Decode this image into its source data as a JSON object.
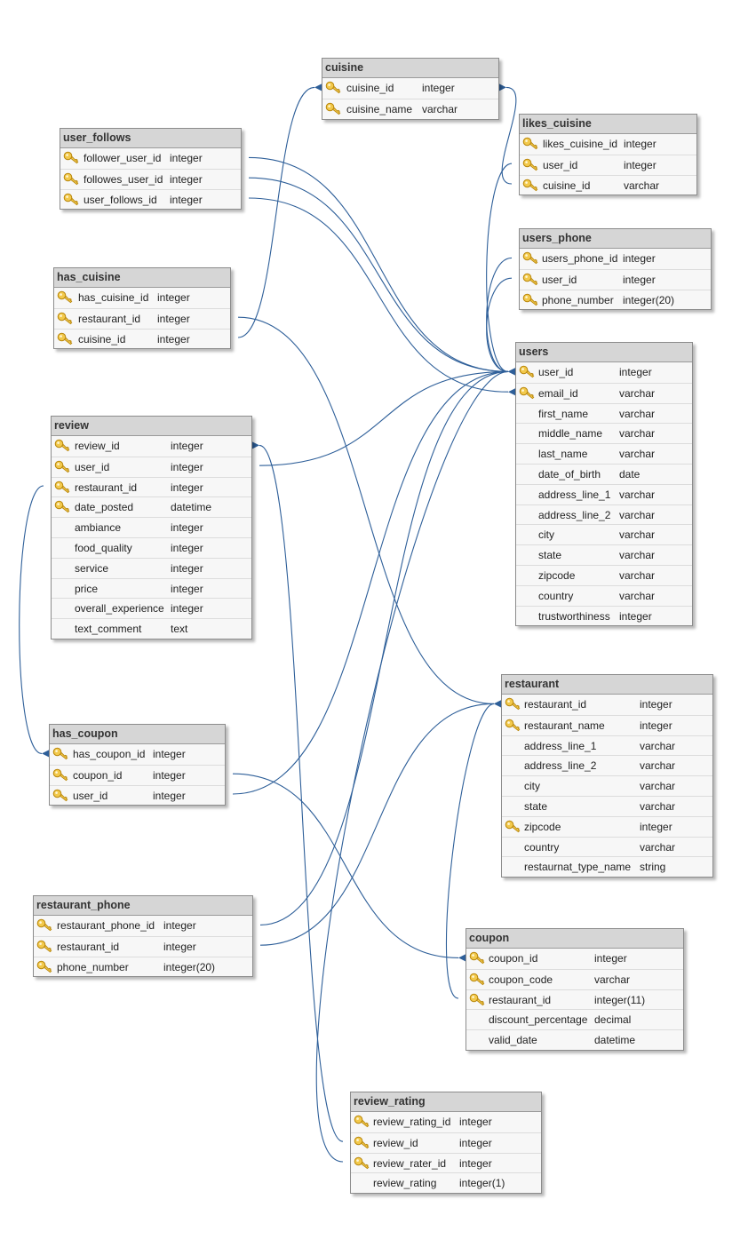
{
  "tables": [
    {
      "id": "cuisine",
      "title": "cuisine",
      "columns": [
        {
          "name": "cuisine_id",
          "type": "integer",
          "key": true
        },
        {
          "name": "cuisine_name",
          "type": "varchar",
          "key": true
        }
      ]
    },
    {
      "id": "likes_cuisine",
      "title": "likes_cuisine",
      "columns": [
        {
          "name": "likes_cuisine_id",
          "type": "integer",
          "key": true
        },
        {
          "name": "user_id",
          "type": "integer",
          "key": true
        },
        {
          "name": "cuisine_id",
          "type": "varchar",
          "key": true
        }
      ]
    },
    {
      "id": "user_follows",
      "title": "user_follows",
      "columns": [
        {
          "name": "follower_user_id",
          "type": "integer",
          "key": true
        },
        {
          "name": "followes_user_id",
          "type": "integer",
          "key": true
        },
        {
          "name": "user_follows_id",
          "type": "integer",
          "key": true
        }
      ]
    },
    {
      "id": "users_phone",
      "title": "users_phone",
      "columns": [
        {
          "name": "users_phone_id",
          "type": "integer",
          "key": true
        },
        {
          "name": "user_id",
          "type": "integer",
          "key": true
        },
        {
          "name": "phone_number",
          "type": "integer(20)",
          "key": true
        }
      ]
    },
    {
      "id": "has_cuisine",
      "title": "has_cuisine",
      "columns": [
        {
          "name": "has_cuisine_id",
          "type": "integer",
          "key": true
        },
        {
          "name": "restaurant_id",
          "type": "integer",
          "key": true
        },
        {
          "name": "cuisine_id",
          "type": "integer",
          "key": true
        }
      ]
    },
    {
      "id": "users",
      "title": "users",
      "columns": [
        {
          "name": "user_id",
          "type": "integer",
          "key": true
        },
        {
          "name": "email_id",
          "type": "varchar",
          "key": true
        },
        {
          "name": "first_name",
          "type": "varchar",
          "key": false
        },
        {
          "name": "middle_name",
          "type": "varchar",
          "key": false
        },
        {
          "name": "last_name",
          "type": "varchar",
          "key": false
        },
        {
          "name": "date_of_birth",
          "type": "date",
          "key": false
        },
        {
          "name": "address_line_1",
          "type": "varchar",
          "key": false
        },
        {
          "name": "address_line_2",
          "type": "varchar",
          "key": false
        },
        {
          "name": "city",
          "type": "varchar",
          "key": false
        },
        {
          "name": "state",
          "type": "varchar",
          "key": false
        },
        {
          "name": "zipcode",
          "type": "varchar",
          "key": false
        },
        {
          "name": "country",
          "type": "varchar",
          "key": false
        },
        {
          "name": "trustworthiness",
          "type": "integer",
          "key": false
        }
      ]
    },
    {
      "id": "review",
      "title": "review",
      "columns": [
        {
          "name": "review_id",
          "type": "integer",
          "key": true
        },
        {
          "name": "user_id",
          "type": "integer",
          "key": true
        },
        {
          "name": "restaurant_id",
          "type": "integer",
          "key": true
        },
        {
          "name": "date_posted",
          "type": "datetime",
          "key": true
        },
        {
          "name": "ambiance",
          "type": "integer",
          "key": false
        },
        {
          "name": "food_quality",
          "type": "integer",
          "key": false
        },
        {
          "name": "service",
          "type": "integer",
          "key": false
        },
        {
          "name": "price",
          "type": "integer",
          "key": false
        },
        {
          "name": "overall_experience",
          "type": "integer",
          "key": false
        },
        {
          "name": "text_comment",
          "type": "text",
          "key": false
        }
      ]
    },
    {
      "id": "restaurant",
      "title": "restaurant",
      "columns": [
        {
          "name": "restaurant_id",
          "type": "integer",
          "key": true
        },
        {
          "name": "restaurant_name",
          "type": "integer",
          "key": true
        },
        {
          "name": "address_line_1",
          "type": "varchar",
          "key": false
        },
        {
          "name": "address_line_2",
          "type": "varchar",
          "key": false
        },
        {
          "name": "city",
          "type": "varchar",
          "key": false
        },
        {
          "name": "state",
          "type": "varchar",
          "key": false
        },
        {
          "name": "zipcode",
          "type": "integer",
          "key": true
        },
        {
          "name": "country",
          "type": "varchar",
          "key": false
        },
        {
          "name": "restaurnat_type_name",
          "type": "string",
          "key": false
        }
      ]
    },
    {
      "id": "has_coupon",
      "title": "has_coupon",
      "columns": [
        {
          "name": "has_coupon_id",
          "type": "integer",
          "key": true
        },
        {
          "name": "coupon_id",
          "type": "integer",
          "key": true
        },
        {
          "name": "user_id",
          "type": "integer",
          "key": true
        }
      ]
    },
    {
      "id": "restaurant_phone",
      "title": "restaurant_phone",
      "columns": [
        {
          "name": "restaurant_phone_id",
          "type": "integer",
          "key": true
        },
        {
          "name": "restaurant_id",
          "type": "integer",
          "key": true
        },
        {
          "name": "phone_number",
          "type": "integer(20)",
          "key": true
        }
      ]
    },
    {
      "id": "coupon",
      "title": "coupon",
      "columns": [
        {
          "name": "coupon_id",
          "type": "integer",
          "key": true
        },
        {
          "name": "coupon_code",
          "type": "varchar",
          "key": true
        },
        {
          "name": "restaurant_id",
          "type": "integer(11)",
          "key": true
        },
        {
          "name": "discount_percentage",
          "type": "decimal",
          "key": false
        },
        {
          "name": "valid_date",
          "type": "datetime",
          "key": false
        }
      ]
    },
    {
      "id": "review_rating",
      "title": "review_rating",
      "columns": [
        {
          "name": "review_rating_id",
          "type": "integer",
          "key": true
        },
        {
          "name": "review_id",
          "type": "integer",
          "key": true
        },
        {
          "name": "review_rater_id",
          "type": "integer",
          "key": true
        },
        {
          "name": "review_rating",
          "type": "integer(1)",
          "key": false
        }
      ]
    }
  ],
  "relationships": [
    {
      "from": "likes_cuisine.cuisine_id",
      "to": "cuisine.cuisine_id"
    },
    {
      "from": "has_cuisine.cuisine_id",
      "to": "cuisine.cuisine_id"
    },
    {
      "from": "user_follows.follower_user_id",
      "to": "users.user_id"
    },
    {
      "from": "user_follows.followes_user_id",
      "to": "users.user_id"
    },
    {
      "from": "user_follows.user_follows_id",
      "to": "users.email_id"
    },
    {
      "from": "likes_cuisine.user_id",
      "to": "users.user_id"
    },
    {
      "from": "users_phone.user_id",
      "to": "users.user_id"
    },
    {
      "from": "users_phone.users_phone_id",
      "to": "users.user_id"
    },
    {
      "from": "review.user_id",
      "to": "users.user_id"
    },
    {
      "from": "has_coupon.user_id",
      "to": "users.user_id"
    },
    {
      "from": "restaurant_phone.restaurant_phone_id",
      "to": "users.user_id"
    },
    {
      "from": "review_rating.review_rater_id",
      "to": "users.user_id"
    },
    {
      "from": "has_cuisine.restaurant_id",
      "to": "restaurant.restaurant_id"
    },
    {
      "from": "restaurant_phone.restaurant_id",
      "to": "restaurant.restaurant_id"
    },
    {
      "from": "coupon.restaurant_id",
      "to": "restaurant.restaurant_id"
    },
    {
      "from": "review.restaurant_id",
      "to": "has_coupon.has_coupon_id"
    },
    {
      "from": "has_coupon.coupon_id",
      "to": "coupon.coupon_id"
    },
    {
      "from": "review_rating.review_id",
      "to": "review.review_id"
    }
  ],
  "colors": {
    "link": "#2e5f99",
    "title_bg": "#d6d6d6",
    "row_bg": "#f7f7f7",
    "key_gold": "#f2c94c"
  }
}
